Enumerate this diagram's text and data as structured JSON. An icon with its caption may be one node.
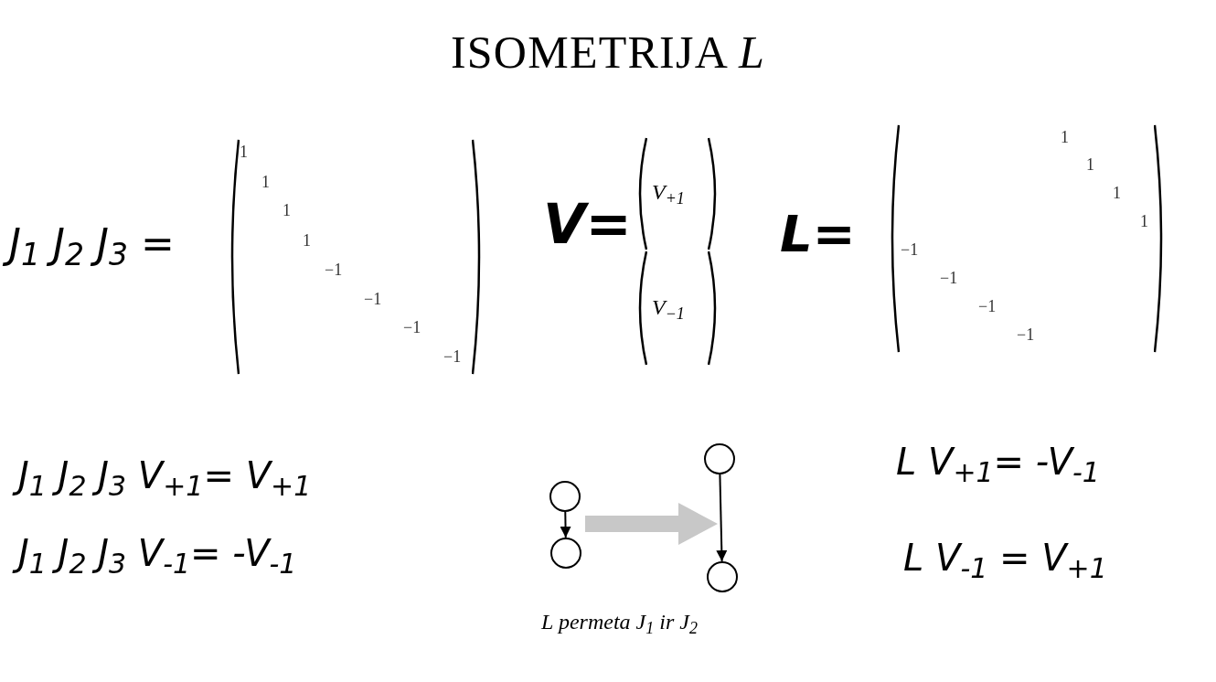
{
  "diagram": {
    "title": "ISOMETRIJA *L*",
    "nodes": [
      {
        "text": [],
        "shape": "circle"
      },
      {
        "text": [],
        "shape": "circle"
      },
      {
        "text": [],
        "shape": "circle"
      },
      {
        "text": [],
        "shape": "circle"
      }
    ],
    "edges": [
      {
        "from": 0,
        "to": 1,
        "arrow": "to"
      },
      {
        "from": 2,
        "to": 3,
        "arrow": "to"
      }
    ],
    "labels": [
      "J$_{1}$ J$_{2}$ J$_{3}$ =",
      "1",
      "1",
      "1",
      "1",
      "−1",
      "−1",
      "−1",
      "−1",
      "V=",
      "V$_{+1}$",
      "V$_{−1}$",
      "L=",
      "1",
      "1",
      "1",
      "1",
      "−1",
      "−1",
      "−1",
      "−1",
      "J$_{1}$ J$_{2}$ J$_{3}$ V$_{+1}$= V$_{+1}$",
      "J$_{1}$ J$_{2}$ J$_{3}$ V$_{-1}$= -V$_{-1}$",
      "L V$_{+1}$= -V$_{-1}$",
      "L V$_{-1}$ = V$_{+1}$",
      "L permeta J$_{1}$ ir J$_{2}$"
    ]
  }
}
